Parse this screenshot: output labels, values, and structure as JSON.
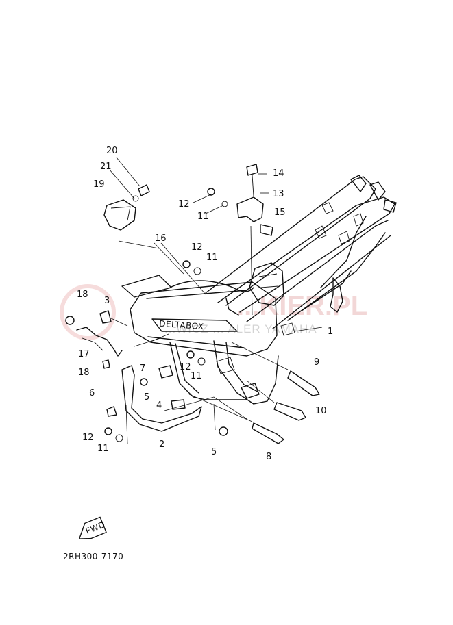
{
  "diagram": {
    "code": "2RH300-7170",
    "fwd_label": "FWD",
    "frame_lettering": "DELTABOX",
    "watermark": {
      "brand": "...KIER.PL",
      "tagline": "...WICZ ... ALER YAMAHA"
    },
    "callouts": [
      {
        "id": "c1",
        "num": "1"
      },
      {
        "id": "c2",
        "num": "2"
      },
      {
        "id": "c3",
        "num": "3"
      },
      {
        "id": "c4",
        "num": "4"
      },
      {
        "id": "c5a",
        "num": "5"
      },
      {
        "id": "c5b",
        "num": "5"
      },
      {
        "id": "c6",
        "num": "6"
      },
      {
        "id": "c7",
        "num": "7"
      },
      {
        "id": "c8",
        "num": "8"
      },
      {
        "id": "c9",
        "num": "9"
      },
      {
        "id": "c10",
        "num": "10"
      },
      {
        "id": "c11a",
        "num": "11"
      },
      {
        "id": "c11b",
        "num": "11"
      },
      {
        "id": "c11c",
        "num": "11"
      },
      {
        "id": "c11d",
        "num": "11"
      },
      {
        "id": "c12a",
        "num": "12"
      },
      {
        "id": "c12b",
        "num": "12"
      },
      {
        "id": "c12c",
        "num": "12"
      },
      {
        "id": "c12d",
        "num": "12"
      },
      {
        "id": "c13",
        "num": "13"
      },
      {
        "id": "c14",
        "num": "14"
      },
      {
        "id": "c15",
        "num": "15"
      },
      {
        "id": "c16",
        "num": "16"
      },
      {
        "id": "c17",
        "num": "17"
      },
      {
        "id": "c18a",
        "num": "18"
      },
      {
        "id": "c18b",
        "num": "18"
      },
      {
        "id": "c19",
        "num": "19"
      },
      {
        "id": "c20",
        "num": "20"
      },
      {
        "id": "c21",
        "num": "21"
      }
    ]
  }
}
